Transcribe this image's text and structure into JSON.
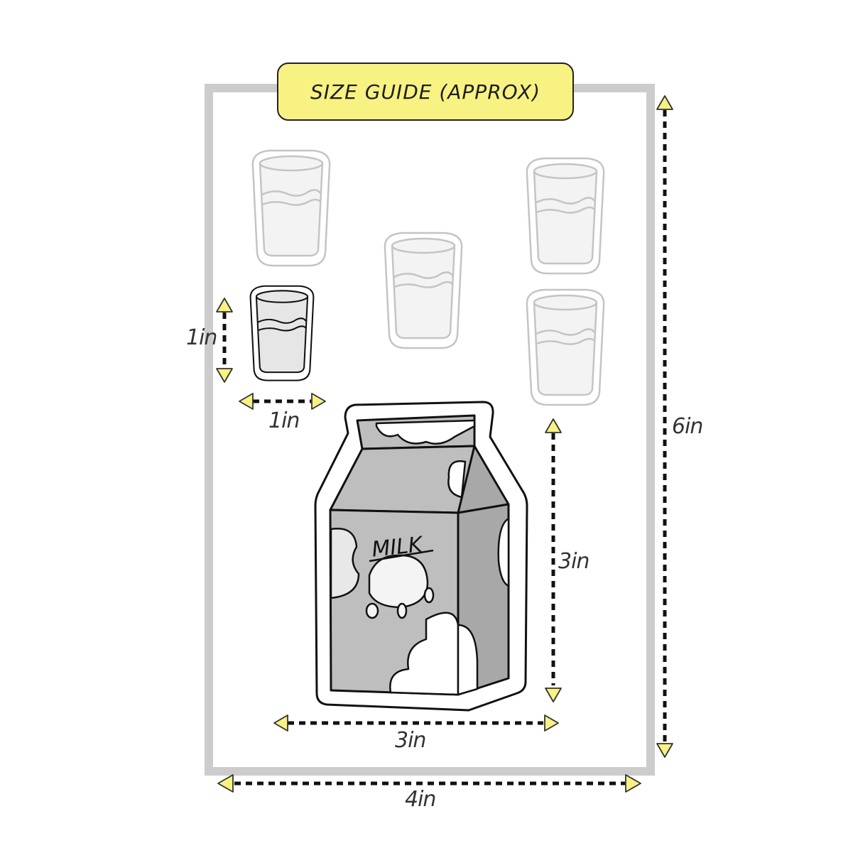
{
  "title": "SIZE GUIDE (APPROX)",
  "colors": {
    "title_bg": "#f8f283",
    "arrow_fill": "#f8f283",
    "sheet_border": "#cccccc",
    "carton_gray": "#bebebe",
    "carton_dark": "#a8a8a8",
    "outline": "#111111",
    "faded_outline": "#bdbdbd"
  },
  "sheet": {
    "width_label": "4in",
    "height_label": "6in"
  },
  "items": [
    {
      "type": "glass",
      "style": "faded",
      "position": "top-left"
    },
    {
      "type": "glass",
      "style": "highlighted",
      "position": "left",
      "width_label": "1in",
      "height_label": "1in"
    },
    {
      "type": "glass",
      "style": "faded",
      "position": "center"
    },
    {
      "type": "glass",
      "style": "faded",
      "position": "top-right"
    },
    {
      "type": "glass",
      "style": "faded",
      "position": "right"
    },
    {
      "type": "milk-carton",
      "style": "highlighted",
      "position": "bottom-center",
      "label": "MILK",
      "width_label": "3in",
      "height_label": "3in"
    }
  ],
  "dimensions": {
    "glass_height": "1in",
    "glass_width": "1in",
    "carton_height": "3in",
    "carton_width": "3in",
    "sheet_height": "6in",
    "sheet_width": "4in"
  }
}
